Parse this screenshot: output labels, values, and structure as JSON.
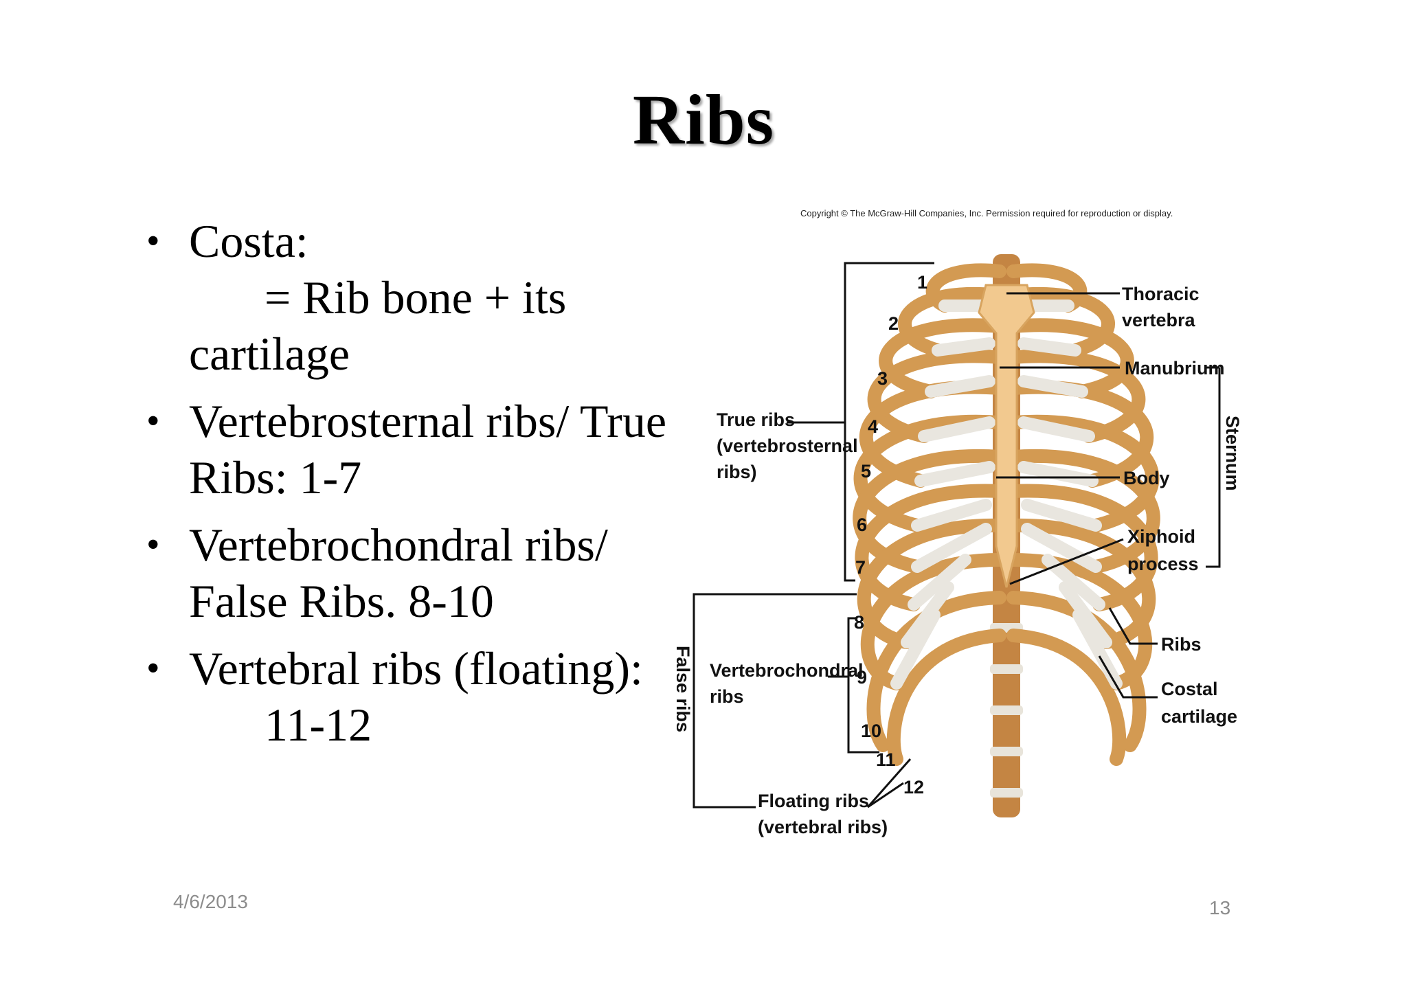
{
  "slide": {
    "title": "Ribs",
    "bullets": [
      {
        "lines": [
          "Costa:"
        ],
        "sub_lines": [
          "= Rib bone + its"
        ],
        "cont_lines": [
          "cartilage"
        ]
      },
      {
        "lines": [
          "Vertebrosternal ribs/ True",
          "Ribs: 1-7"
        ]
      },
      {
        "lines": [
          "Vertebrochondral ribs/",
          "False Ribs. 8-10"
        ]
      },
      {
        "lines": [
          "Vertebral ribs (floating):"
        ],
        "sub_lines": [
          "11-12"
        ]
      }
    ],
    "date": "4/6/2013",
    "page_number": "13"
  },
  "figure": {
    "copyright": "Copyright © The McGraw-Hill Companies, Inc. Permission required for reproduction or display.",
    "labels": {
      "thoracic_1": "Thoracic",
      "thoracic_2": "vertebra",
      "manubrium": "Manubrium",
      "sternum": "Sternum",
      "body": "Body",
      "xiphoid_1": "Xiphoid",
      "xiphoid_2": "process",
      "ribs": "Ribs",
      "costal_1": "Costal",
      "costal_2": "cartilage",
      "true_1": "True ribs",
      "true_2": "(vertebrosternal",
      "true_3": "ribs)",
      "false_ribs": "False ribs",
      "vc_1": "Vertebrochondral",
      "vc_2": "ribs",
      "floating_1": "Floating ribs",
      "floating_2": "(vertebral ribs)"
    },
    "rib_numbers": [
      "1",
      "2",
      "3",
      "4",
      "5",
      "6",
      "7",
      "8",
      "9",
      "10",
      "11",
      "12"
    ],
    "colors": {
      "bone": "#e7b879",
      "bone_dark": "#c98f45",
      "cartilage": "#e9e6df",
      "vertebra": "#b7762f"
    }
  }
}
